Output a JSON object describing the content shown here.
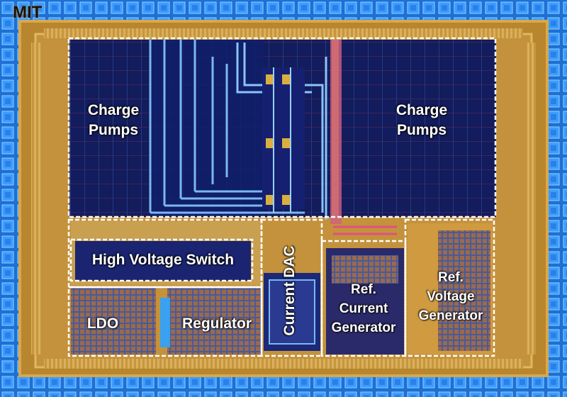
{
  "logo": "MIT",
  "blocks": {
    "charge_pumps_left": "Charge\nPumps",
    "charge_pumps_right": "Charge\nPumps",
    "high_voltage_switch": "High Voltage Switch",
    "ldo": "LDO",
    "regulator": "Regulator",
    "current_dac": "Current DAC",
    "ref_current_generator": "Ref.\nCurrent\nGenerator",
    "ref_voltage_generator": "Ref.\nVoltage\nGenerator"
  },
  "colors": {
    "substrate": "#b8862e",
    "pad_ring": "#1e74d8",
    "pump_array": "#0e1860",
    "metal": "#6aa8e8",
    "outline": "#ffffff"
  }
}
